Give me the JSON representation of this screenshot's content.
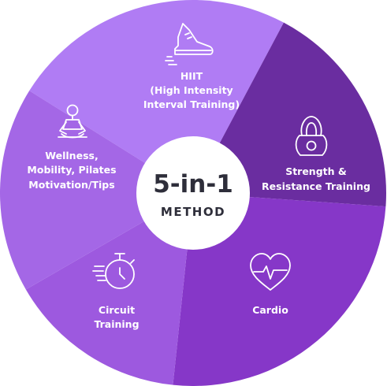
{
  "center": {
    "title": "5-in-1",
    "subtitle": "METHOD"
  },
  "segments": [
    {
      "id": "hiit",
      "lines": [
        "HIIT",
        "(High Intensity",
        "Interval Training)"
      ],
      "icon": "sneaker-icon",
      "color": "#b07cf4"
    },
    {
      "id": "strength",
      "lines": [
        "Strength &",
        "Resistance Training"
      ],
      "icon": "kettlebell-icon",
      "color": "#6a2da0"
    },
    {
      "id": "cardio",
      "lines": [
        "Cardio"
      ],
      "icon": "heartbeat-icon",
      "color": "#8637c8"
    },
    {
      "id": "circuit",
      "lines": [
        "Circuit",
        "Training"
      ],
      "icon": "stopwatch-icon",
      "color": "#9d59df"
    },
    {
      "id": "wellness",
      "lines": [
        "Wellness,",
        "Mobility, Pilates",
        "Motivation/Tips"
      ],
      "icon": "meditation-icon",
      "color": "#a467e6"
    }
  ],
  "colors": {
    "center_fill": "#ffffff",
    "text_dark": "#2e2e3a",
    "label_text": "#ffffff"
  }
}
